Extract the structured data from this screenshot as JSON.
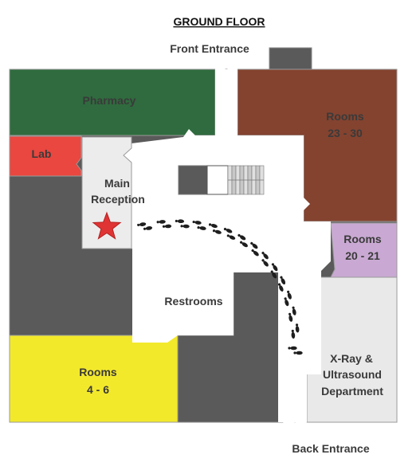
{
  "title": "GROUND FLOOR",
  "entrances": {
    "front": "Front Entrance",
    "back": "Back Entrance"
  },
  "rooms": {
    "pharmacy": "Pharmacy",
    "lab": "Lab",
    "main_reception_line1": "Main",
    "main_reception_line2": "Reception",
    "rooms_23_30_line1": "Rooms",
    "rooms_23_30_line2": "23 - 30",
    "rooms_20_21_line1": "Rooms",
    "rooms_20_21_line2": "20 - 21",
    "restrooms": "Restrooms",
    "rooms_4_6_line1": "Rooms",
    "rooms_4_6_line2": "4 - 6",
    "xray_line1": "X-Ray &",
    "xray_line2": "Ultrasound",
    "xray_line3": "Department"
  },
  "colors": {
    "pharmacy": "#2f6b3e",
    "rooms_23_30": "#84432f",
    "lab": "#e9473f",
    "rooms_20_21": "#c9a9d3",
    "restrooms": "#6ccbdb",
    "rooms_4_6": "#f3e92b",
    "xray": "#e9e9e9",
    "reception": "#ececec",
    "wall_dark": "#5a5a5a",
    "star": "#e03434"
  },
  "icons": {
    "you_are_here": "star-icon",
    "path": "footprints-icon",
    "stairs": "stairs-icon"
  }
}
